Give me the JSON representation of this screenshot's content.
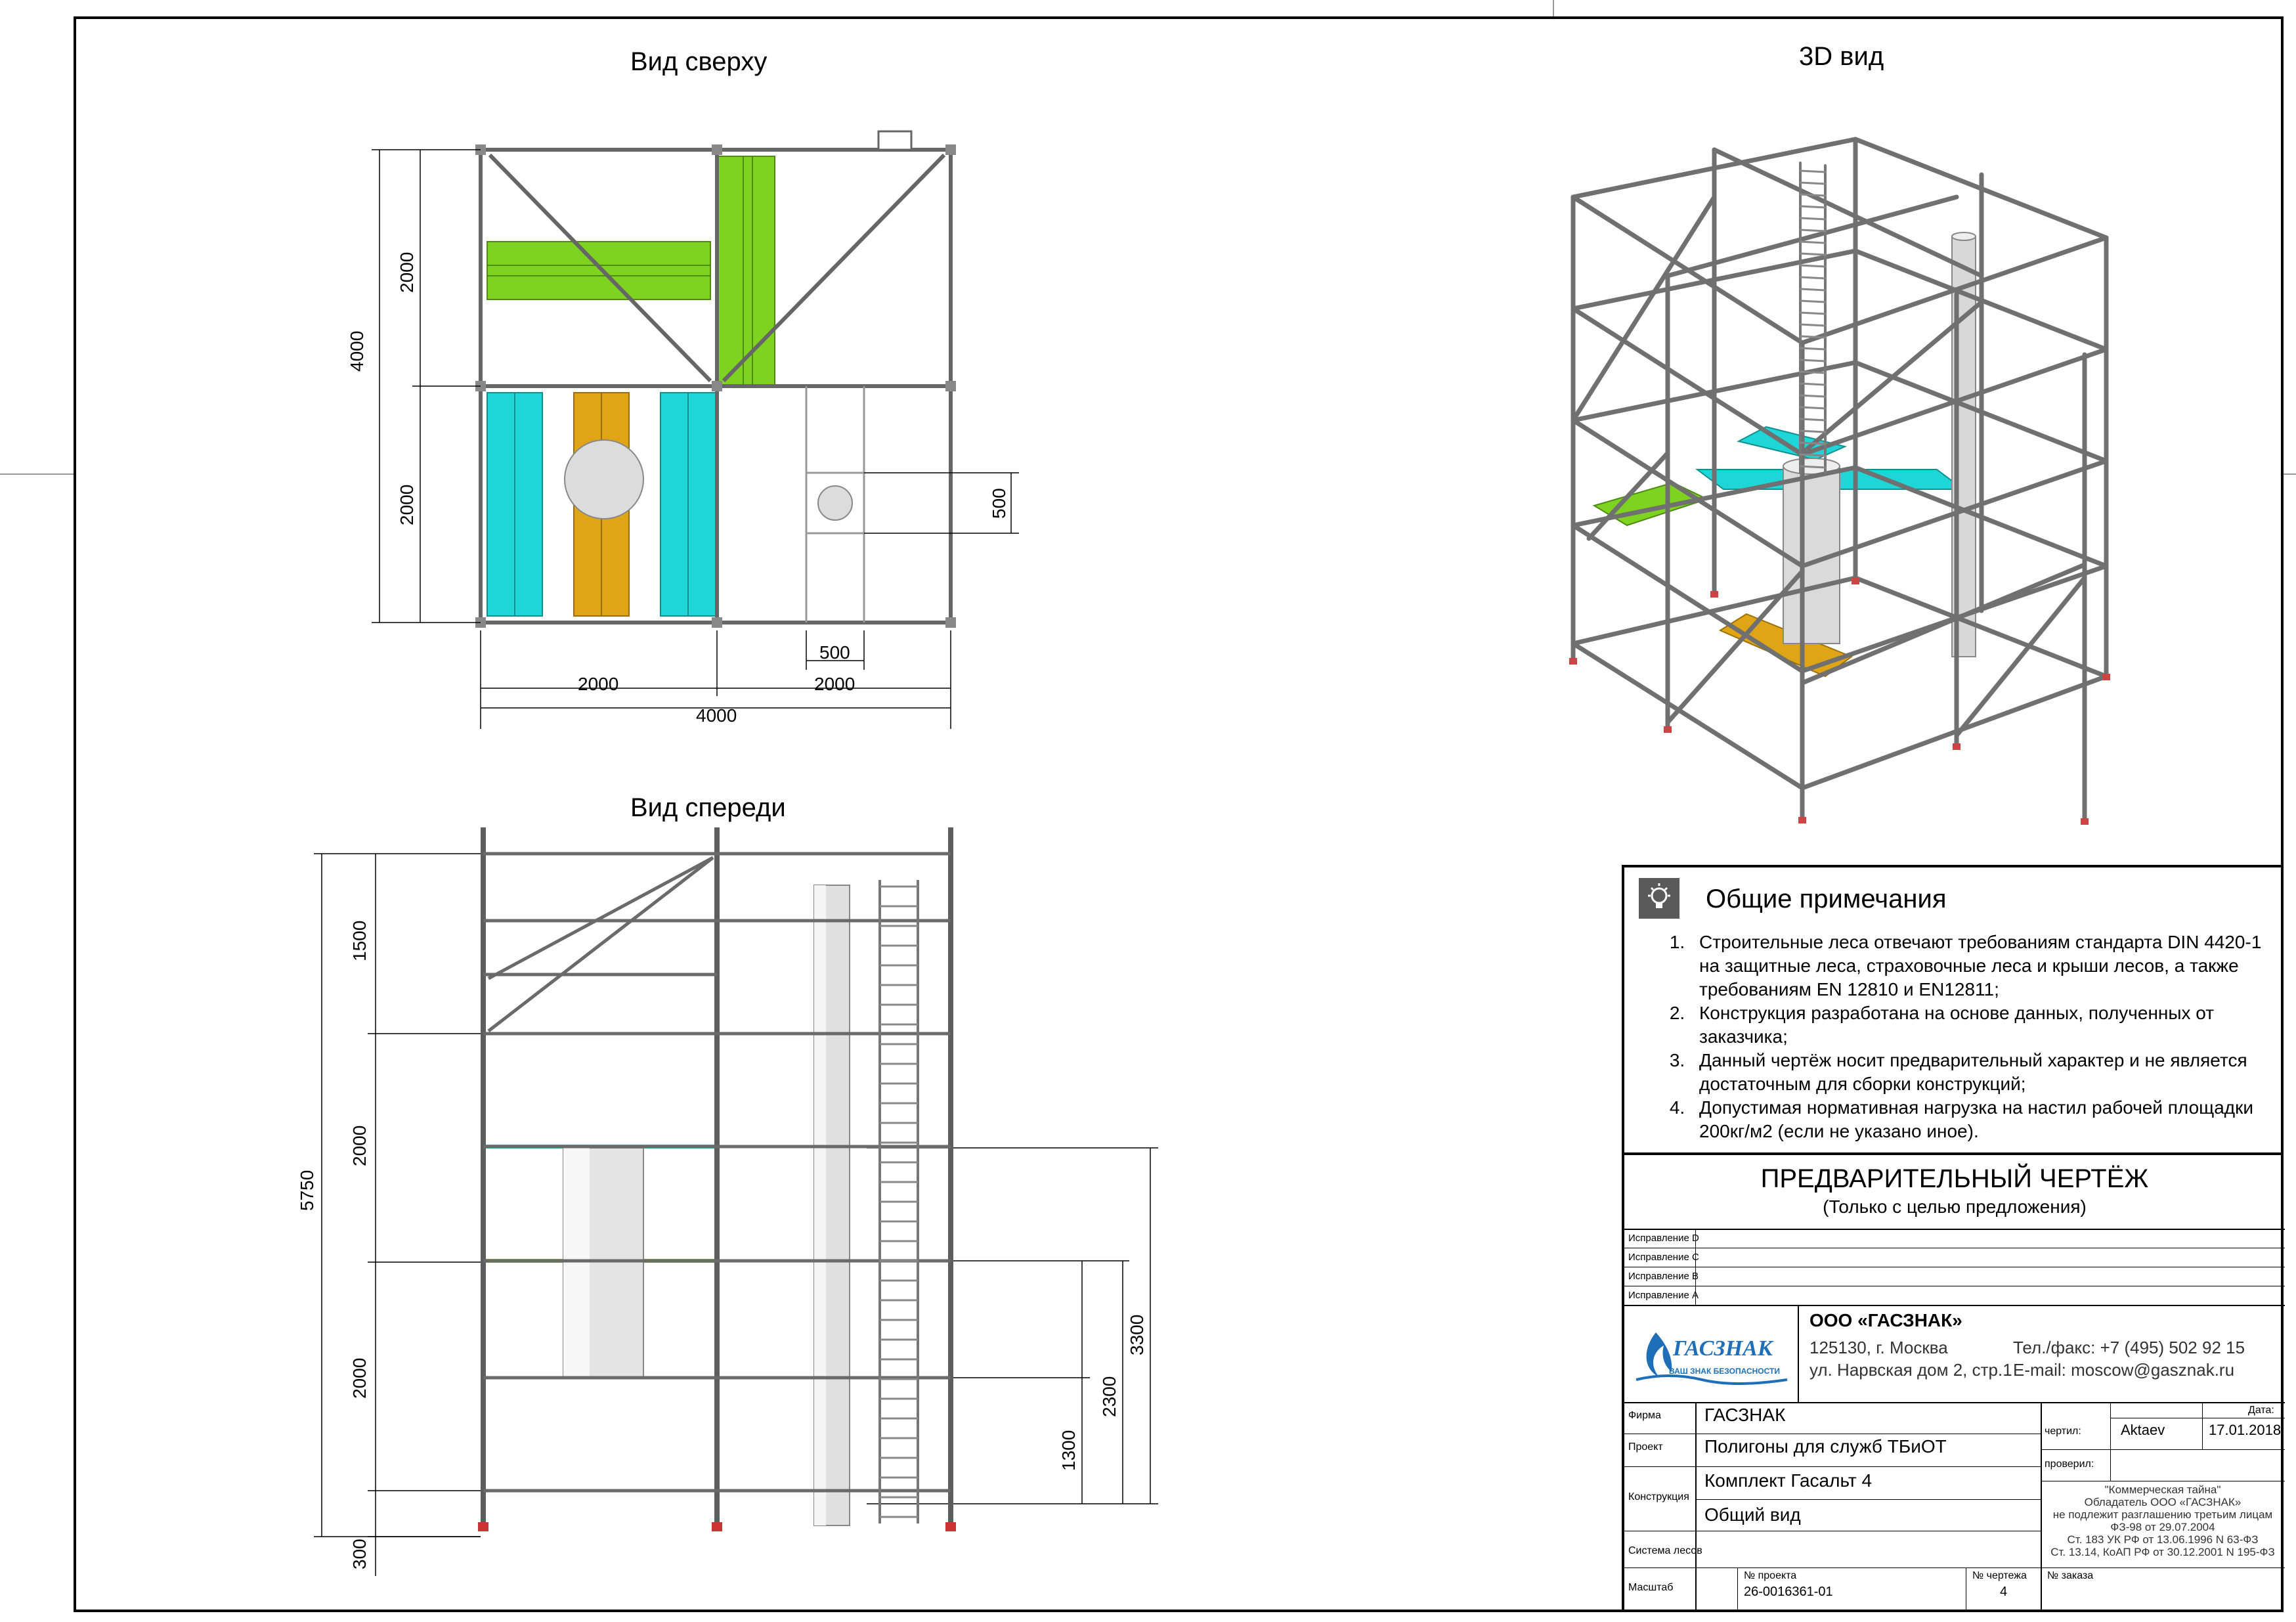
{
  "views": {
    "top_title": "Вид сверху",
    "front_title": "Вид спереди",
    "iso_title": "3D вид"
  },
  "dimensions": {
    "top": {
      "left_outer": "4000",
      "left_upper": "2000",
      "left_lower": "2000",
      "bottom_left": "2000",
      "bottom_right": "2000",
      "bottom_total": "4000",
      "hatch_width": "500",
      "hatch_depth": "500"
    },
    "front": {
      "total": "5750",
      "seg1": "1500",
      "seg2": "2000",
      "seg3": "2000",
      "seg4": "300",
      "level1": "1300",
      "level2": "2300",
      "level3": "3300"
    }
  },
  "notes": {
    "title": "Общие примечания",
    "items": [
      "Строительные леса отвечают требованиям стандарта DIN 4420-1 на защитные леса,  страховочные леса и крыши лесов, а также требованиям EN 12810 и EN12811;",
      "Конструкция разработана на основе данных, полученных от заказчика;",
      "Данный чертёж носит предварительный характер и не является достаточным для сборки конструкций;",
      "Допустимая нормативная нагрузка на настил рабочей площадки 200кг/м2 (если не указано иное)."
    ]
  },
  "title_block": {
    "prelim_title": "ПРЕДВАРИТЕЛЬНЫЙ ЧЕРТЁЖ",
    "prelim_sub": "(Только с целью предложения)",
    "revisions": [
      "Исправление D",
      "Исправление C",
      "Исправление B",
      "Исправление A"
    ],
    "company_name": "ООО «ГАСЗНАК»",
    "logo_text": "ГАСЗНАК",
    "logo_tagline": "ВАШ ЗНАК БЕЗОПАСНОСТИ",
    "addr1": "125130, г. Москва",
    "addr2": "ул. Нарвская дом 2, стр.1",
    "phone": "Тел./факс: +7 (495) 502 92 15",
    "email": "E-mail: moscow@gasznak.ru",
    "firm_label": "Фирма",
    "firm_value": "ГАСЗНАК",
    "project_label": "Проект",
    "project_value": "Полигоны для служб ТБиОТ",
    "construction_label": "Конструкция",
    "construction_value1": "Комплект Гасальт 4",
    "construction_value2": "Общий вид",
    "system_label": "Система лесов",
    "scale_label": "Масштаб",
    "project_no_label": "№ проекта",
    "project_no_value": "26-0016361-01",
    "drawing_no_label": "№ чертежа",
    "drawing_no_value": "4",
    "order_no_label": "№ заказа",
    "date_label": "Дата:",
    "drew_label": "чертил:",
    "drew_value": "Aktaev",
    "drew_date": "17.01.2018",
    "checked_label": "проверил:",
    "secret_lines": [
      "\"Коммерческая тайна\"",
      "Обладатель ООО «ГАСЗНАК»",
      "не подлежит разглашению третьим лицам",
      "ФЗ-98 от 29.07.2004",
      "Ст. 183 УК  РФ от 13.06.1996 N 63-ФЗ",
      "Ст. 13.14, КоАП РФ от 30.12.2001 N 195-ФЗ"
    ]
  },
  "colors": {
    "green_deck": "#7ed321",
    "cyan_deck": "#1fd6d6",
    "orange_deck": "#e0a516",
    "tube": "#7a7a7a"
  }
}
